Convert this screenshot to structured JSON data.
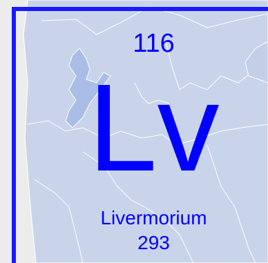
{
  "element": {
    "atomic_number": "116",
    "symbol": "Lv",
    "name": "Livermorium",
    "atomic_mass": "293"
  },
  "colors": {
    "accent": "#0000ff",
    "border": "#1a1aff",
    "map_fill": "#c9d4ea",
    "map_background": "#ececec",
    "water": "#a9bde6"
  }
}
